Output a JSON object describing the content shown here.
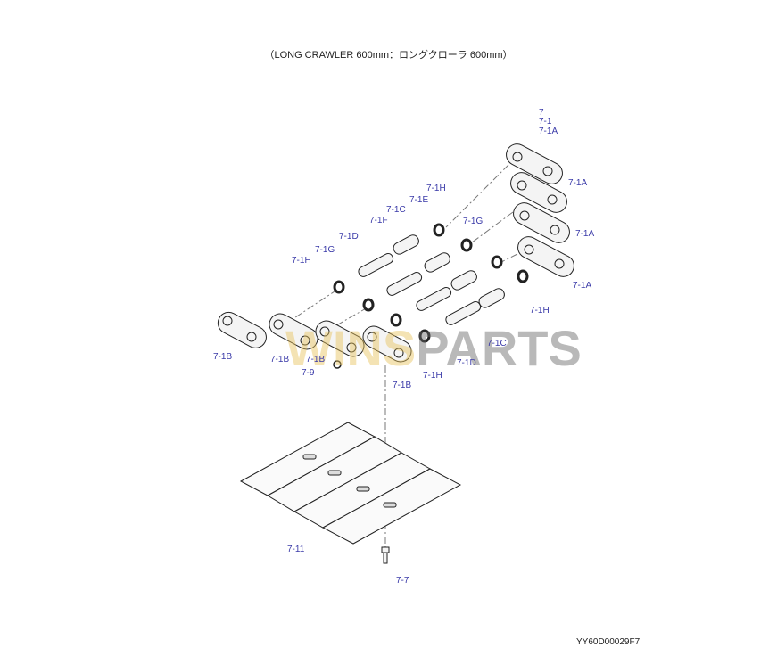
{
  "title": "（LONG CRAWLER 600mm：ロングクローラ 600mm）",
  "drawing_code": "YY60D00029F7",
  "watermark": "WINSPARTS",
  "callouts": [
    "7",
    "7-1",
    "7-1A",
    "7-1A",
    "7-1A",
    "7-1A",
    "7-1H",
    "7-1E",
    "7-1C",
    "7-1F",
    "7-1D",
    "7-1G",
    "7-1G",
    "7-1H",
    "7-1H",
    "7-1C",
    "7-1D",
    "7-1B",
    "7-1B",
    "7-1B",
    "7-1B",
    "7-9",
    "7-1H",
    "7-11",
    "7-7"
  ],
  "colors": {
    "callout": "#3a3aa8",
    "line": "#222222",
    "watermark": "#e8c25a"
  }
}
